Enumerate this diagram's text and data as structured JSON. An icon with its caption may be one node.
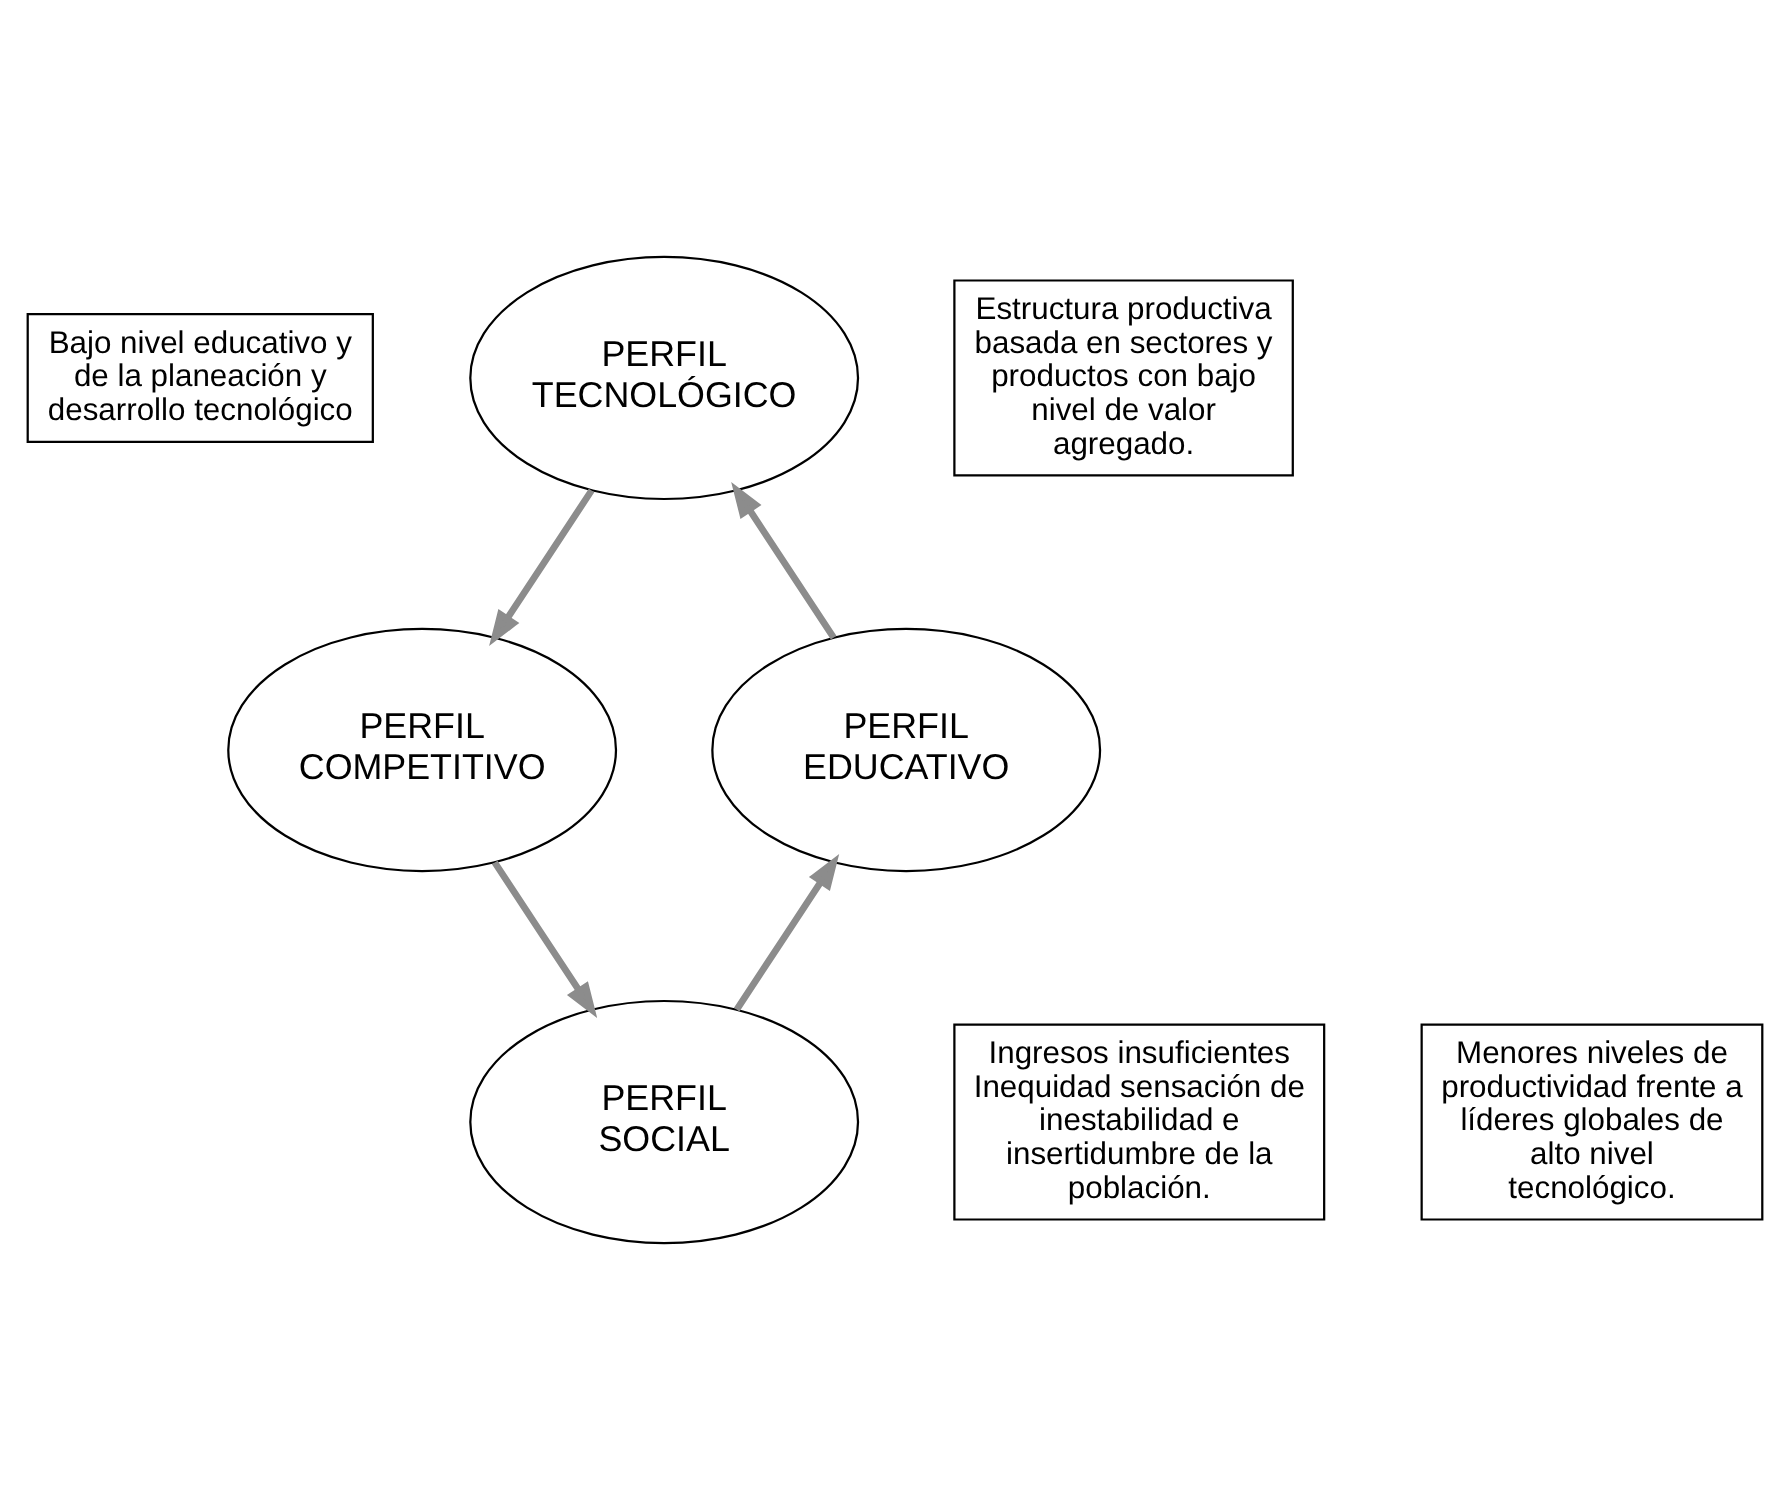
{
  "diagram": {
    "nodes": [
      {
        "text": [
          "Bajo nivel educativo y de la planeación y desarrollo tecnológico"
        ]
      },
      {
        "text": [
          "PERFIL TECNOLÓGICO"
        ]
      },
      {
        "text": [
          "Estructura productiva basada en sectores y productos con bajo nivel de valor agregado."
        ]
      },
      {
        "text": [
          "PERFIL EDUCATIVO"
        ]
      },
      {
        "text": [
          "PERFIL COMPETITIVO"
        ]
      },
      {
        "text": [
          "PERFIL SOCIAL"
        ]
      },
      {
        "text": [
          "Ingresos insuficientes Inequidad sensación de inestabilidad e insertidumbre de la población."
        ]
      },
      {
        "text": [
          "Menores niveles de productividad frente a líderes globales de alto nivel tecnológico."
        ]
      }
    ],
    "edges": [
      {
        "from": 1,
        "to": 4,
        "arrow": "to"
      },
      {
        "from": 4,
        "to": 5,
        "arrow": "to"
      },
      {
        "from": 5,
        "to": 3,
        "arrow": "to"
      },
      {
        "from": 3,
        "to": 1,
        "arrow": "to"
      }
    ]
  }
}
